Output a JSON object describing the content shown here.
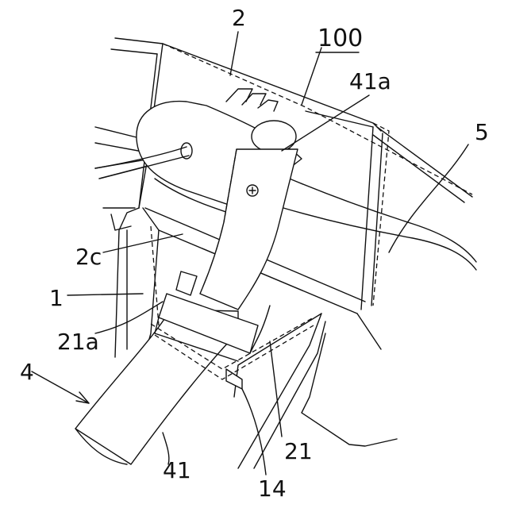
{
  "labels": {
    "l2": "2",
    "l100": "100",
    "l41a": "41a",
    "l5": "5",
    "l2c": "2c",
    "l1": "1",
    "l21a": "21a",
    "l4": "4",
    "l41": "41",
    "l21": "21",
    "l14": "14"
  },
  "colors": {
    "stroke": "#111111",
    "background": "#ffffff"
  }
}
